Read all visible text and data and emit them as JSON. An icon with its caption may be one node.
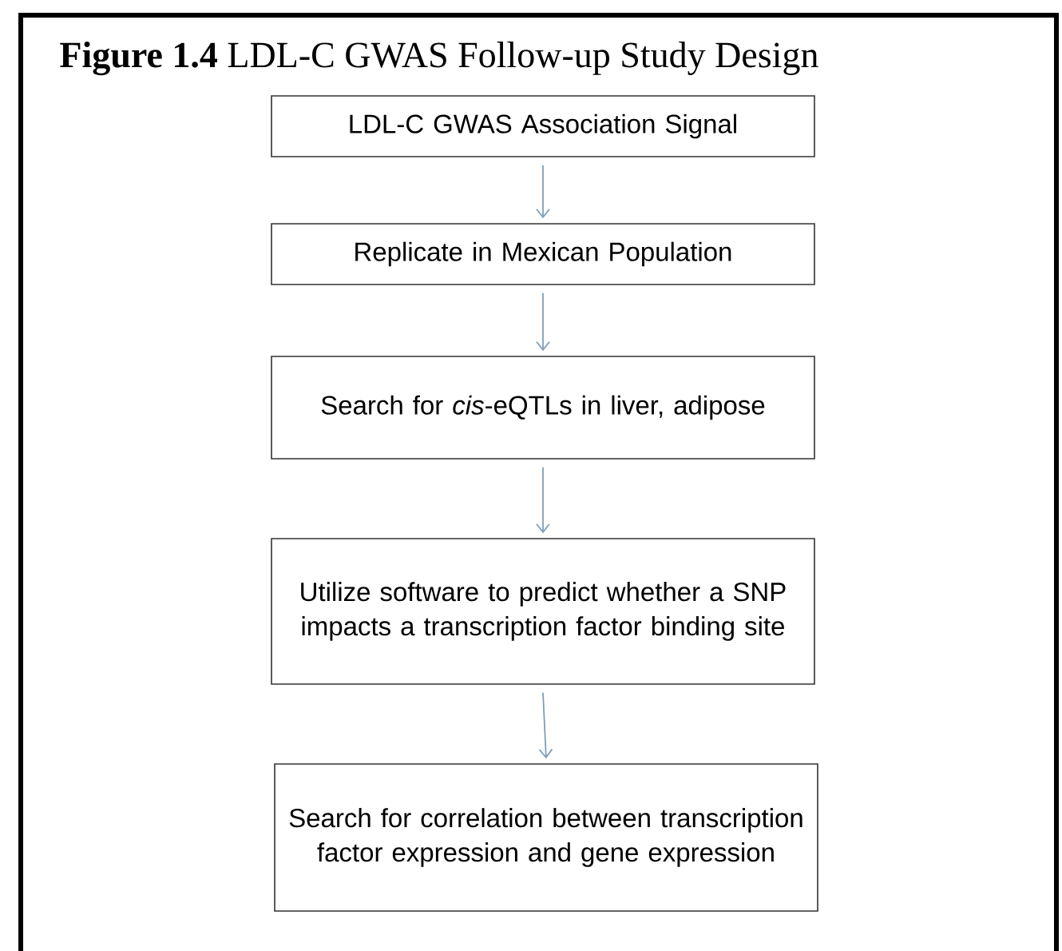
{
  "diagram": {
    "title": "**Figure 1.4** LDL-C GWAS Follow-up Study Design",
    "nodes": [
      {
        "text": [
          "LDL-C GWAS Association Signal"
        ]
      },
      {
        "text": [
          "Replicate in Mexican Population"
        ]
      },
      {
        "text": [
          "Search for *cis*-eQTLs in liver, adipose"
        ]
      },
      {
        "text": [
          "Utilize software to predict whether a SNP impacts a transcription factor binding site"
        ]
      },
      {
        "text": [
          "Search for correlation between transcription factor expression and gene expression"
        ]
      }
    ],
    "edges": [
      {
        "from": 0,
        "to": 1,
        "arrow": "to"
      },
      {
        "from": 1,
        "to": 2,
        "arrow": "to"
      },
      {
        "from": 2,
        "to": 3,
        "arrow": "to"
      },
      {
        "from": 3,
        "to": 4,
        "arrow": "to"
      }
    ]
  }
}
